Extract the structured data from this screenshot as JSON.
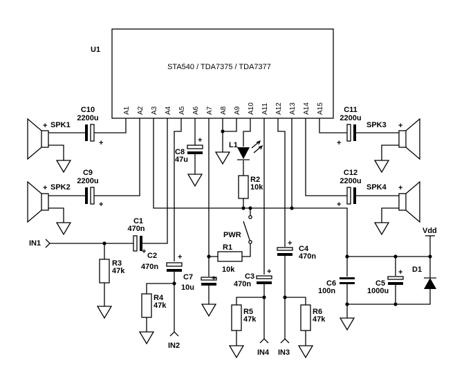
{
  "chip": {
    "ref": "U1",
    "part": "STA540 / TDA7375 / TDA7377",
    "pins": [
      "A1",
      "A2",
      "A3",
      "A4",
      "A5",
      "A6",
      "A7",
      "A8",
      "A9",
      "A10",
      "A11",
      "A12",
      "A13",
      "A14",
      "A15"
    ]
  },
  "components": {
    "C10": {
      "ref": "C10",
      "value": "2200u"
    },
    "C9": {
      "ref": "C9",
      "value": "2200u"
    },
    "C11": {
      "ref": "C11",
      "value": "2200u"
    },
    "C12": {
      "ref": "C12",
      "value": "2200u"
    },
    "C8": {
      "ref": "C8",
      "value": "47u"
    },
    "C1": {
      "ref": "C1",
      "value": "470n"
    },
    "C2": {
      "ref": "C2",
      "value": "470n"
    },
    "C7": {
      "ref": "C7",
      "value": "10u"
    },
    "C3": {
      "ref": "C3",
      "value": "470n"
    },
    "C4": {
      "ref": "C4",
      "value": "470n"
    },
    "C6": {
      "ref": "C6",
      "value": "100n"
    },
    "C5": {
      "ref": "C5",
      "value": "1000u"
    },
    "R1": {
      "ref": "R1",
      "value": "10k"
    },
    "R2": {
      "ref": "R2",
      "value": "10k"
    },
    "R3": {
      "ref": "R3",
      "value": "47k"
    },
    "R4": {
      "ref": "R4",
      "value": "47k"
    },
    "R5": {
      "ref": "R5",
      "value": "47k"
    },
    "R6": {
      "ref": "R6",
      "value": "47k"
    },
    "L1": {
      "ref": "L1"
    },
    "D1": {
      "ref": "D1"
    },
    "PWR": {
      "ref": "PWR"
    }
  },
  "speakers": {
    "SPK1": "SPK1",
    "SPK2": "SPK2",
    "SPK3": "SPK3",
    "SPK4": "SPK4"
  },
  "ports": {
    "IN1": "IN1",
    "IN2": "IN2",
    "IN3": "IN3",
    "IN4": "IN4",
    "Vdd": "Vdd"
  },
  "polarity": {
    "plus": "+"
  }
}
